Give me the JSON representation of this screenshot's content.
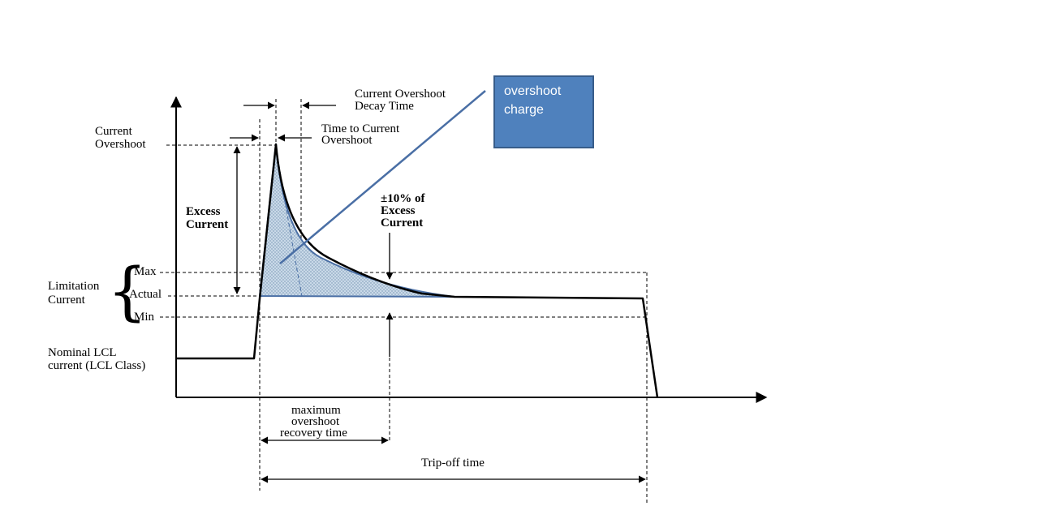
{
  "colors": {
    "callout_fill": "#4f81bd",
    "callout_border": "#385d8a",
    "overshoot_line": "#4a6fa5",
    "shade_fill": "#b7cde0",
    "curve": "#000000"
  },
  "callout": {
    "line1": "overshoot",
    "line2": "charge"
  },
  "labels": {
    "decay_time": [
      "Current Overshoot",
      "Decay Time"
    ],
    "time_to_overshoot": [
      "Time to Current",
      "Overshoot"
    ],
    "current_overshoot": [
      "Current",
      "Overshoot"
    ],
    "excess_current": [
      "Excess",
      "Current"
    ],
    "tolerance": [
      "±10% of",
      "Excess",
      "Current"
    ],
    "limitation_current": [
      "Limitation",
      "Current"
    ],
    "max": "Max",
    "actual": "Actual",
    "min": "Min",
    "nominal": [
      "Nominal LCL",
      "current (LCL Class)"
    ],
    "recovery_time": [
      "maximum",
      "overshoot",
      "recovery time"
    ],
    "trip_off": "Trip-off time"
  }
}
